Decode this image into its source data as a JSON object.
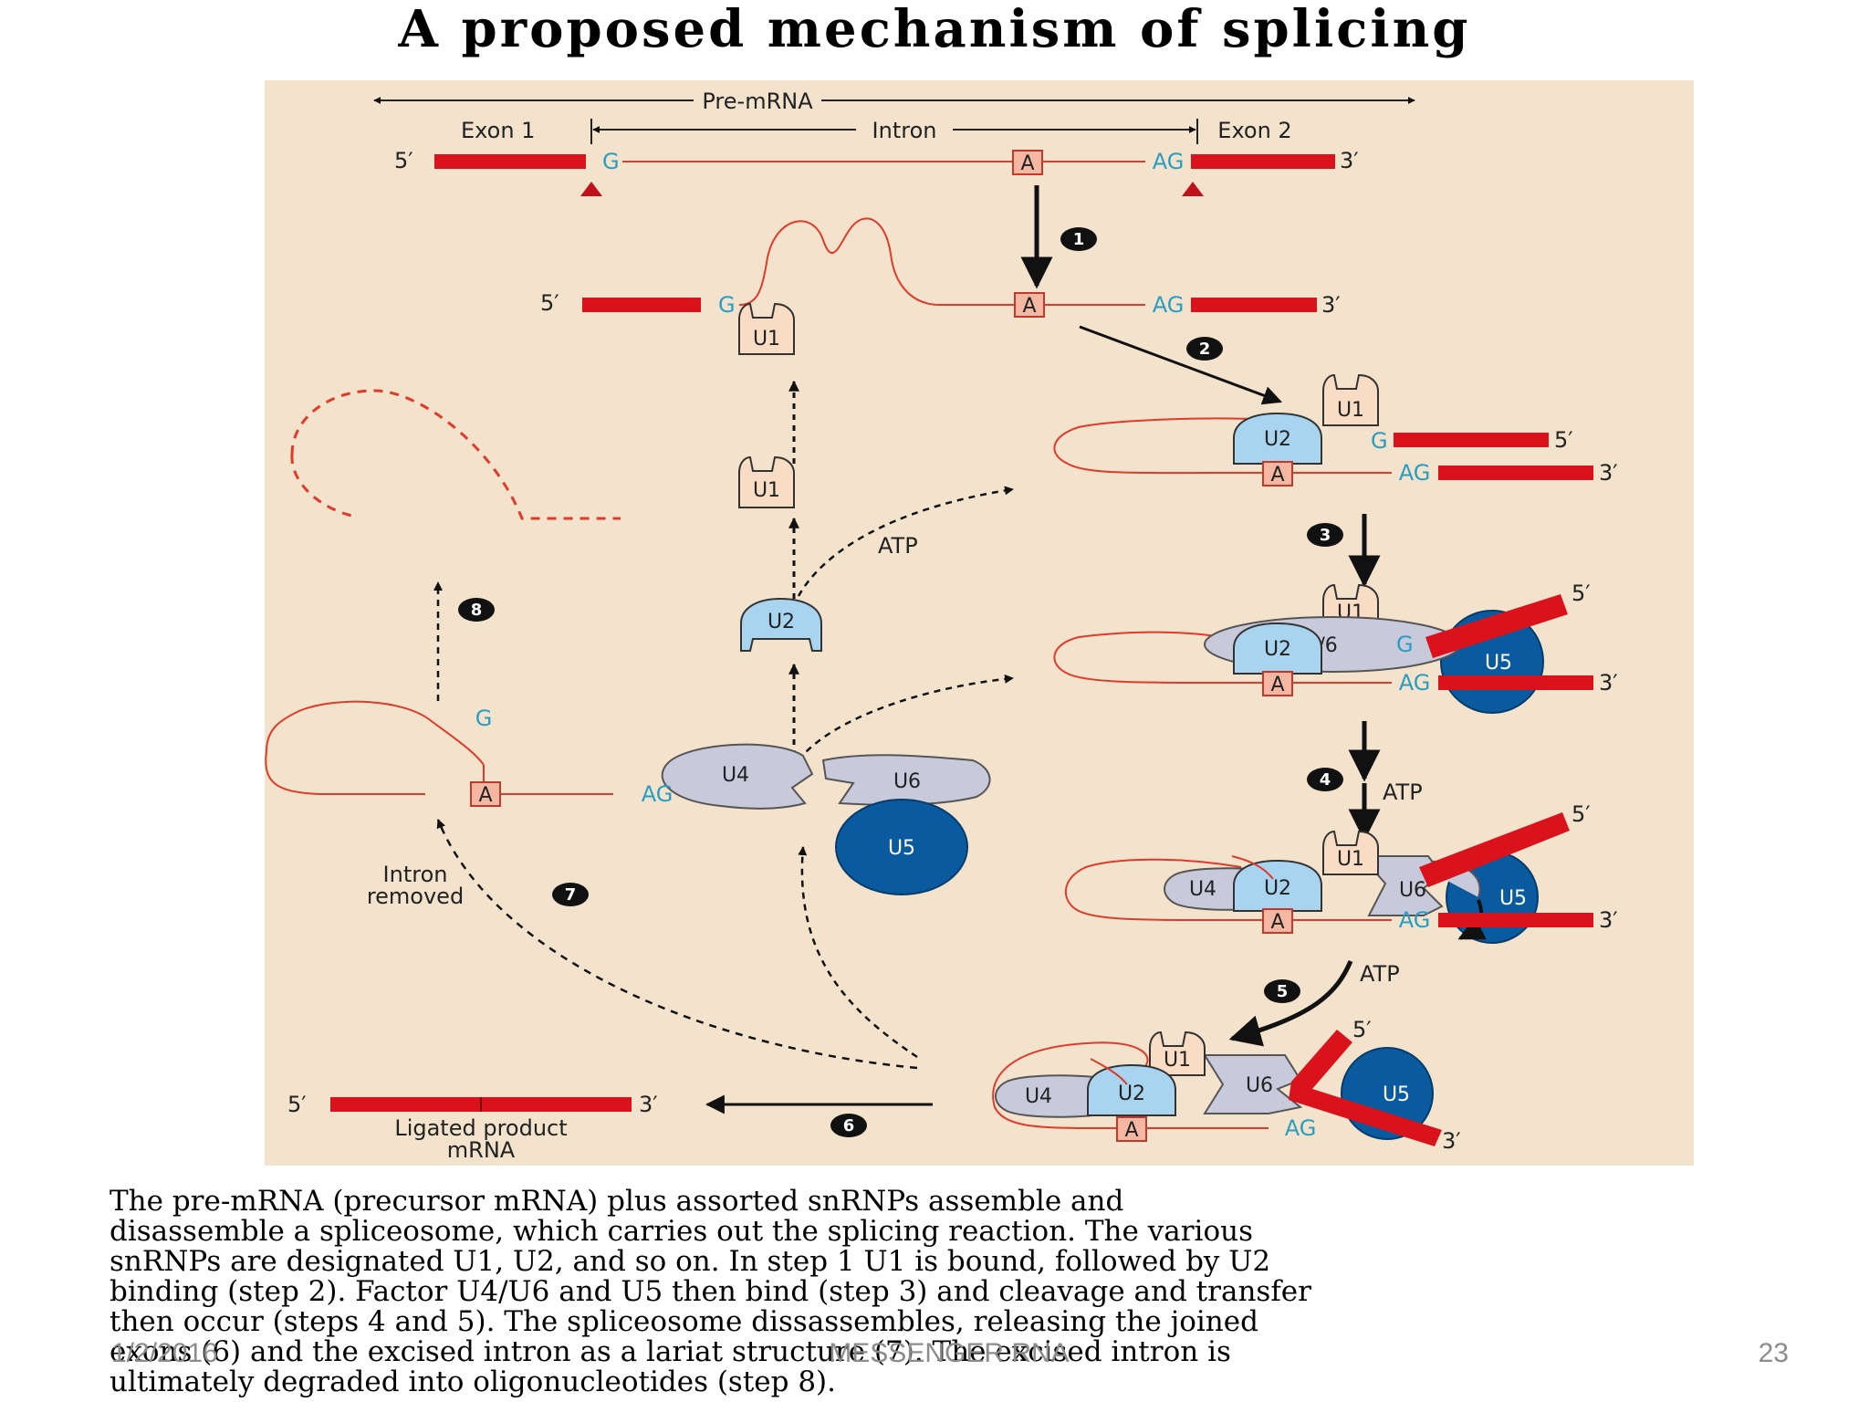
{
  "title": "A proposed mechanism of splicing",
  "diagram": {
    "labels": {
      "pre_mrna": "Pre-mRNA",
      "intron": "Intron",
      "exon1": "Exon 1",
      "exon2": "Exon 2",
      "five_prime": "5′",
      "three_prime": "3′",
      "g": "G",
      "a": "A",
      "ag": "AG",
      "atp": "ATP",
      "intron_removed_1": "Intron",
      "intron_removed_2": "removed",
      "ligated_1": "Ligated product",
      "ligated_2": "mRNA"
    },
    "snrnps": {
      "u1": "U1",
      "u2": "U2",
      "u4": "U4",
      "u5": "U5",
      "u6": "U6",
      "u46": "U4/6"
    },
    "steps": [
      "1",
      "2",
      "3",
      "4",
      "5",
      "6",
      "7",
      "8"
    ],
    "colors": {
      "exon": "#d9121b",
      "rna_line": "#e03a2a",
      "base": "#2a9ec2",
      "u1": "#f9dcc4",
      "u2": "#a8d4ef",
      "u4_u6": "#c9c9dc",
      "u5": "#0a5aa0",
      "panel": "#f3e3cc"
    }
  },
  "caption": [
    "The pre-mRNA (precursor mRNA) plus assorted snRNPs assemble and",
    "disassemble a spliceosome, which carries out the splicing reaction. The various",
    "snRNPs are designated U1, U2, and so on. In step 1 U1 is bound, followed by U2",
    "binding (step 2). Factor U4/U6 and U5 then bind (step 3) and cleavage and transfer",
    "then occur (steps 4 and 5). The spliceosome dissassembles, releasing the joined",
    "exons (6) and the excised intron as a lariat structure (7). The excised intron is",
    "ultimately degraded into oligonucleotides (step 8)."
  ],
  "footer": {
    "date": "1/2/2016",
    "center": "MESSENGER RNA",
    "page": "23"
  }
}
